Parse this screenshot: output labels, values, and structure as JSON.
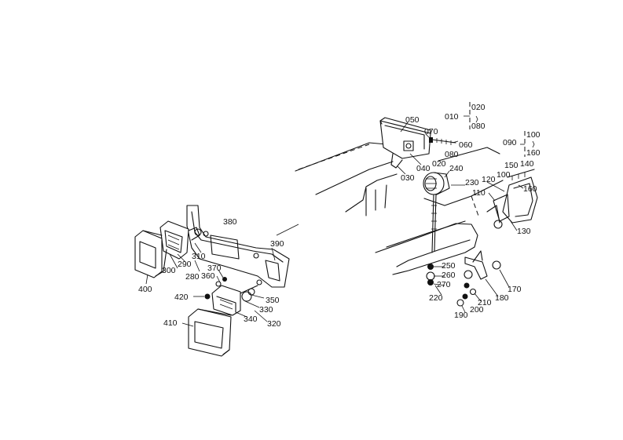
{
  "diagram": {
    "callouts": {
      "c010": "010",
      "c020a": "020",
      "c080a": "080",
      "c050": "050",
      "c070": "070",
      "c060": "060",
      "c080b": "080",
      "c020b": "020",
      "c040": "040",
      "c030": "030",
      "c240": "240",
      "c230": "230",
      "c090": "090",
      "c100a": "100",
      "c160a": "160",
      "c150": "150",
      "c140": "140",
      "c120": "120",
      "c100b": "100",
      "c110": "110",
      "c160b": "160",
      "c130": "130",
      "c250": "250",
      "c260": "260",
      "c270": "270",
      "c220": "220",
      "c210": "210",
      "c180": "180",
      "c170": "170",
      "c190": "190",
      "c200": "200",
      "c380": "380",
      "c390": "390",
      "c290": "290",
      "c310": "310",
      "c300": "300",
      "c280": "280",
      "c370": "370",
      "c360": "360",
      "c400": "400",
      "c420": "420",
      "c350": "350",
      "c330": "330",
      "c340": "340",
      "c320": "320",
      "c410": "410"
    }
  }
}
